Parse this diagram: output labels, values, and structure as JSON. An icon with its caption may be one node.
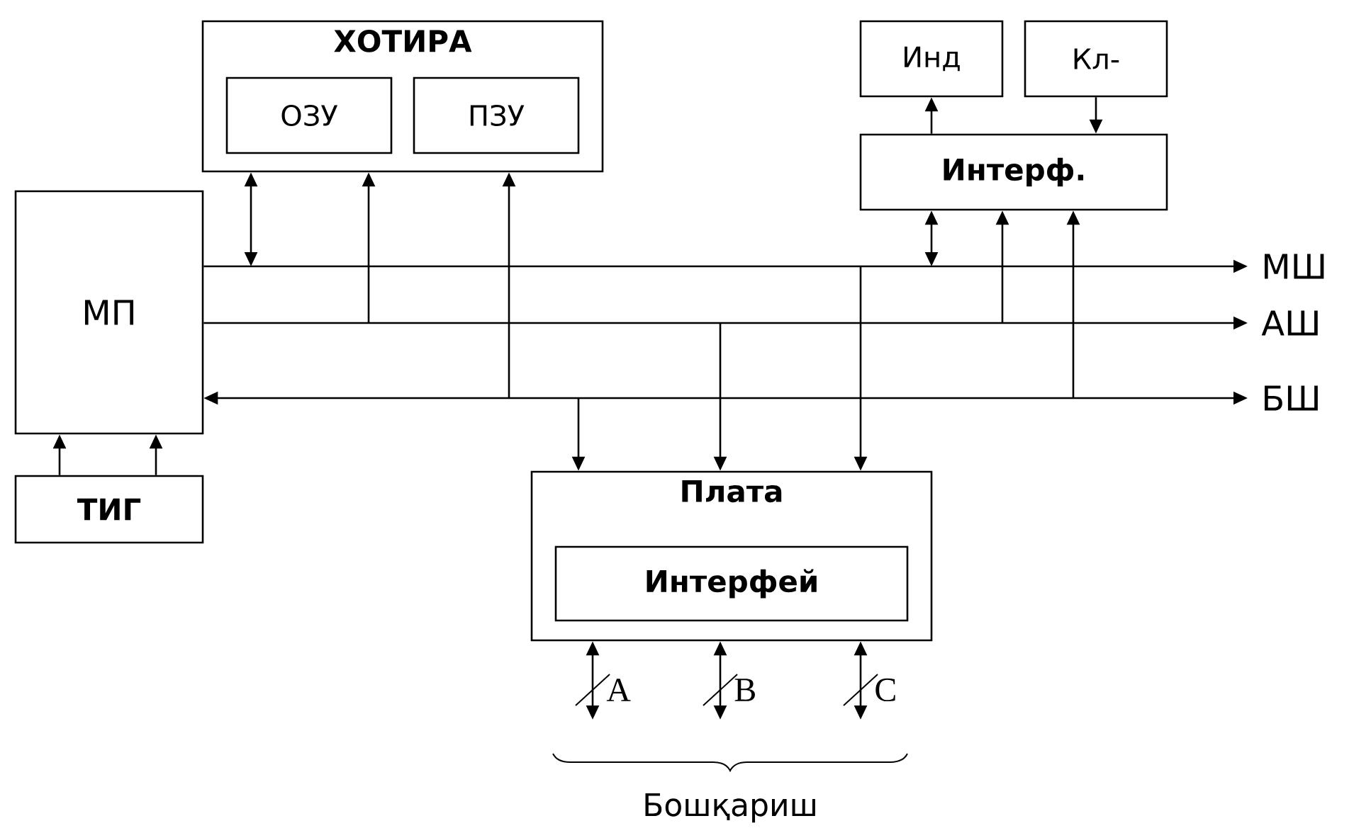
{
  "diagram": {
    "nodes": [
      {
        "text": [
          "ХОТИРА"
        ]
      },
      {
        "text": [
          "ОЗУ"
        ],
        "in": 0
      },
      {
        "text": [
          "ПЗУ"
        ],
        "in": 0
      },
      {
        "text": [
          "Инд"
        ]
      },
      {
        "text": [
          "Кл-"
        ]
      },
      {
        "text": [
          "Интерф."
        ]
      },
      {
        "text": [
          "МП"
        ]
      },
      {
        "text": [
          "ТИГ"
        ]
      },
      {
        "text": [
          "Плата"
        ]
      },
      {
        "text": [
          "Интерфей"
        ],
        "in": 8
      },
      {
        "text": [
          "МШ"
        ]
      },
      {
        "text": [
          "АШ"
        ]
      },
      {
        "text": [
          "БШ"
        ]
      }
    ],
    "edges": [
      {
        "from": 6,
        "to": 10,
        "arrow": "to"
      },
      {
        "from": 6,
        "to": 11,
        "arrow": "to"
      },
      {
        "from": 6,
        "to": 12,
        "arrow": "both"
      },
      {
        "from": null,
        "to": 0,
        "arrow": "both"
      },
      {
        "from": null,
        "to": 0,
        "arrow": "to"
      },
      {
        "from": null,
        "to": 0,
        "arrow": "to"
      },
      {
        "from": 5,
        "to": 3,
        "arrow": "to"
      },
      {
        "from": 4,
        "to": 5,
        "arrow": "to"
      },
      {
        "from": null,
        "to": 5,
        "arrow": "both"
      },
      {
        "from": null,
        "to": 5,
        "arrow": "to"
      },
      {
        "from": null,
        "to": 5,
        "arrow": "to"
      },
      {
        "from": null,
        "to": 8,
        "arrow": "to"
      },
      {
        "from": null,
        "to": 8,
        "arrow": "to"
      },
      {
        "from": null,
        "to": 8,
        "arrow": "to"
      },
      {
        "from": 7,
        "to": 6,
        "arrow": "to"
      },
      {
        "from": 7,
        "to": 6,
        "arrow": "to"
      },
      {
        "from": 8,
        "to": null,
        "arrow": "both",
        "label": "A"
      },
      {
        "from": 8,
        "to": null,
        "arrow": "both",
        "label": "B"
      },
      {
        "from": 8,
        "to": null,
        "arrow": "both",
        "label": "C"
      }
    ],
    "labels": [
      "Бошқариш"
    ]
  }
}
